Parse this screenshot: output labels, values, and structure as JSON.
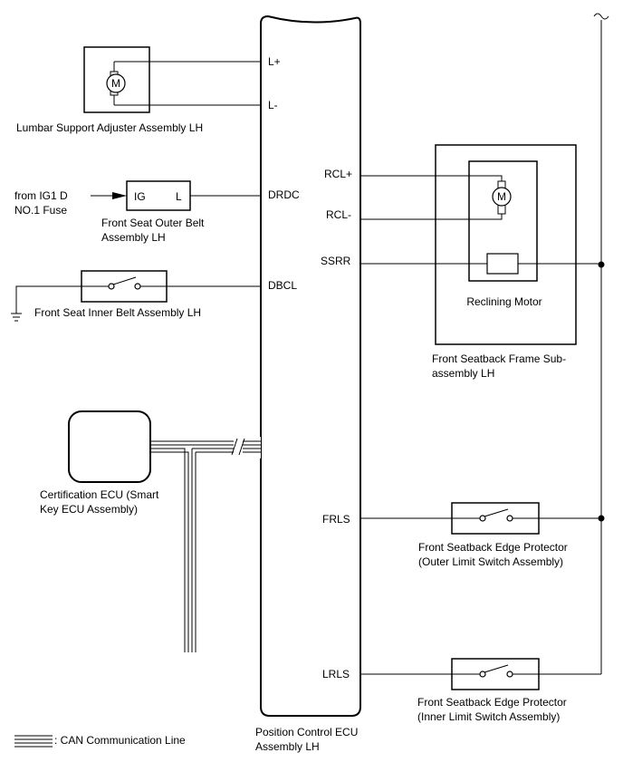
{
  "ecu": {
    "name_line1": "Position Control ECU",
    "name_line2": "Assembly LH",
    "pins": {
      "l_plus": "L+",
      "l_minus": "L-",
      "drdc": "DRDC",
      "dbcl": "DBCL",
      "rcl_plus": "RCL+",
      "rcl_minus": "RCL-",
      "ssrr": "SSRR",
      "frls": "FRLS",
      "lrls": "LRLS"
    }
  },
  "lumbar": {
    "label": "Lumbar Support Adjuster Assembly LH",
    "motor": "M"
  },
  "outer_belt": {
    "source_line1": "from IG1 D",
    "source_line2": "NO.1 Fuse",
    "pin_ig": "IG",
    "pin_l": "L",
    "label_line1": "Front Seat Outer Belt",
    "label_line2": "Assembly LH"
  },
  "inner_belt": {
    "label": "Front Seat Inner Belt Assembly LH"
  },
  "certification": {
    "label_line1": "Certification ECU (Smart",
    "label_line2": "Key ECU Assembly)"
  },
  "seatback_frame": {
    "motor": "M",
    "inner_label": "Reclining Motor",
    "label_line1": "Front Seatback Frame Sub-",
    "label_line2": "assembly LH"
  },
  "edge_outer": {
    "label_line1": "Front Seatback Edge Protector",
    "label_line2": "(Outer Limit Switch Assembly)"
  },
  "edge_inner": {
    "label_line1": "Front Seatback Edge Protector",
    "label_line2": "(Inner Limit Switch Assembly)"
  },
  "legend": {
    "can_label": ": CAN Communication Line"
  }
}
